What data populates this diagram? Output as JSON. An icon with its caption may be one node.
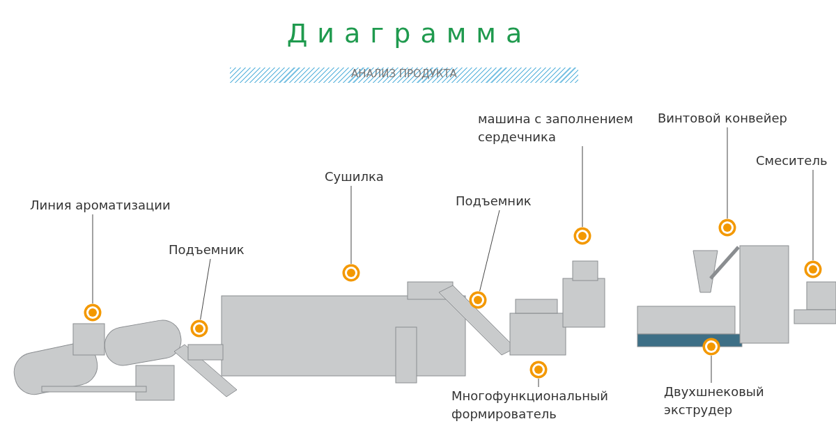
{
  "diagram": {
    "title": "Диаграмма",
    "nodes": [
      {
        "text": [
          "Линия ароматизации"
        ]
      },
      {
        "text": [
          "Подъемник"
        ]
      },
      {
        "text": [
          "Сушилка"
        ]
      },
      {
        "text": [
          "Подъемник"
        ]
      },
      {
        "text": [
          "машина с заполнением сердечника"
        ]
      },
      {
        "text": [
          "Винтовой конвейер"
        ]
      },
      {
        "text": [
          "Смеситель"
        ]
      },
      {
        "text": [
          "Многофункциональный формирователь"
        ]
      },
      {
        "text": [
          "Двухшнековый экструдер"
        ]
      },
      {
        "text": [],
        "shape": "circle"
      },
      {
        "text": [],
        "shape": "circle"
      },
      {
        "text": [],
        "shape": "circle"
      },
      {
        "text": [],
        "shape": "circle"
      },
      {
        "text": [],
        "shape": "circle"
      },
      {
        "text": [],
        "shape": "circle"
      },
      {
        "text": [],
        "shape": "circle"
      },
      {
        "text": [],
        "shape": "circle"
      },
      {
        "text": [],
        "shape": "circle"
      }
    ],
    "edges": [
      {
        "from": 0,
        "to": 9,
        "arrow": "none"
      },
      {
        "from": 1,
        "to": 10,
        "arrow": "none"
      },
      {
        "from": 2,
        "to": 11,
        "arrow": "none"
      },
      {
        "from": 3,
        "to": 12,
        "arrow": "none"
      },
      {
        "from": 7,
        "to": 13,
        "arrow": "none"
      },
      {
        "from": 4,
        "to": 14,
        "arrow": "none"
      },
      {
        "from": 8,
        "to": 15,
        "arrow": "none"
      },
      {
        "from": 5,
        "to": 16,
        "arrow": "none"
      },
      {
        "from": 6,
        "to": 17,
        "arrow": "none"
      }
    ],
    "labels": [
      "АНАЛИЗ ПРОДУКТА"
    ]
  }
}
